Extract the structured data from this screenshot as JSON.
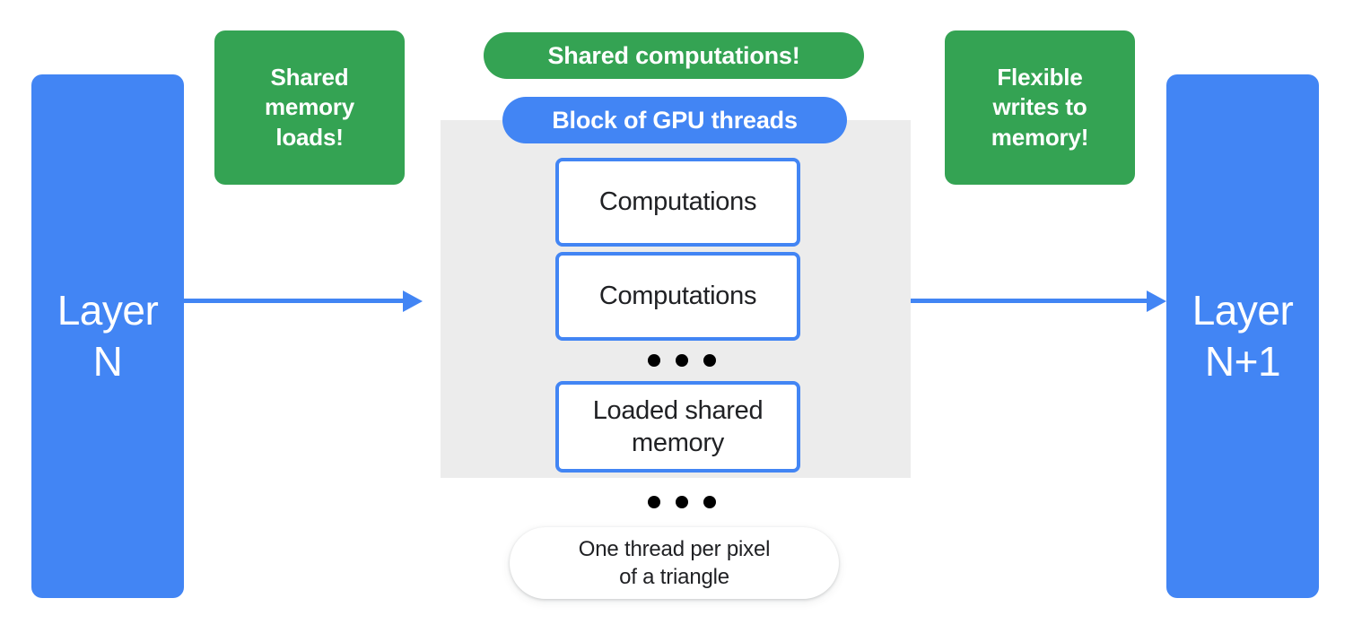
{
  "diagram": {
    "title": "GPU thread block shared memory and computation flow",
    "colors": {
      "blue": "#4285F4",
      "green": "#34A353",
      "grey_block": "#ECECEC",
      "text_dark": "#202124",
      "white": "#FFFFFF"
    },
    "left_layer": {
      "label": "Layer\nN"
    },
    "right_layer": {
      "label": "Layer\nN+1"
    },
    "callouts": [
      {
        "id": "shared-memory-loads",
        "label": "Shared\nmemory\nloads!"
      },
      {
        "id": "flexible-writes",
        "label": "Flexible\nwrites to\nmemory!"
      }
    ],
    "pills": [
      {
        "id": "shared-computations",
        "label": "Shared computations!"
      },
      {
        "id": "block-of-gpu-threads",
        "label": "Block of GPU threads"
      }
    ],
    "thread_boxes": [
      {
        "id": "computations-1",
        "label": "Computations"
      },
      {
        "id": "computations-2",
        "label": "Computations"
      },
      {
        "id": "loaded-shared-memory",
        "label": "Loaded shared\nmemory"
      }
    ],
    "ellipsis": {
      "dot_count": 3
    },
    "bottom_pill": {
      "label": "One thread per pixel\nof a triangle"
    },
    "arrows": [
      {
        "id": "layer-n-to-block",
        "direction": "right"
      },
      {
        "id": "block-to-layer-n1",
        "direction": "right"
      }
    ]
  }
}
